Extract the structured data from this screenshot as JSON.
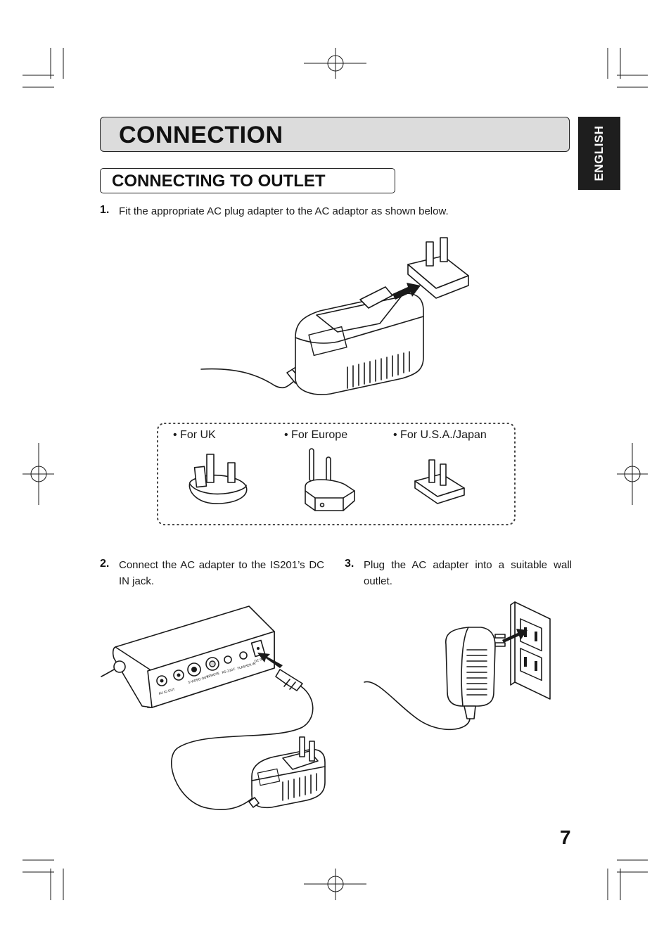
{
  "header": {
    "title": "CONNECTION",
    "section_title": "CONNECTING TO OUTLET",
    "language_tab": "ENGLISH"
  },
  "steps": [
    {
      "number": "1.",
      "text": "Fit the appropriate AC plug adapter to the AC adaptor as shown below."
    },
    {
      "number": "2.",
      "text": "Connect the AC adapter to the IS201’s DC IN jack."
    },
    {
      "number": "3.",
      "text": "Plug the AC adapter into a suitable wall outlet."
    }
  ],
  "plug_options": [
    {
      "label": "• For UK"
    },
    {
      "label": "• For Europe"
    },
    {
      "label": "• For U.S.A./Japan"
    }
  ],
  "device_panel_labels": {
    "audio_out": "AU IO OUT",
    "s_video_out": "S-VIDEO OUT",
    "remote": "REMOTE",
    "rs232c": "RS-232C",
    "flasher_in": "FLASHER IN",
    "dc_in": "DC IN"
  },
  "page_number": "7"
}
